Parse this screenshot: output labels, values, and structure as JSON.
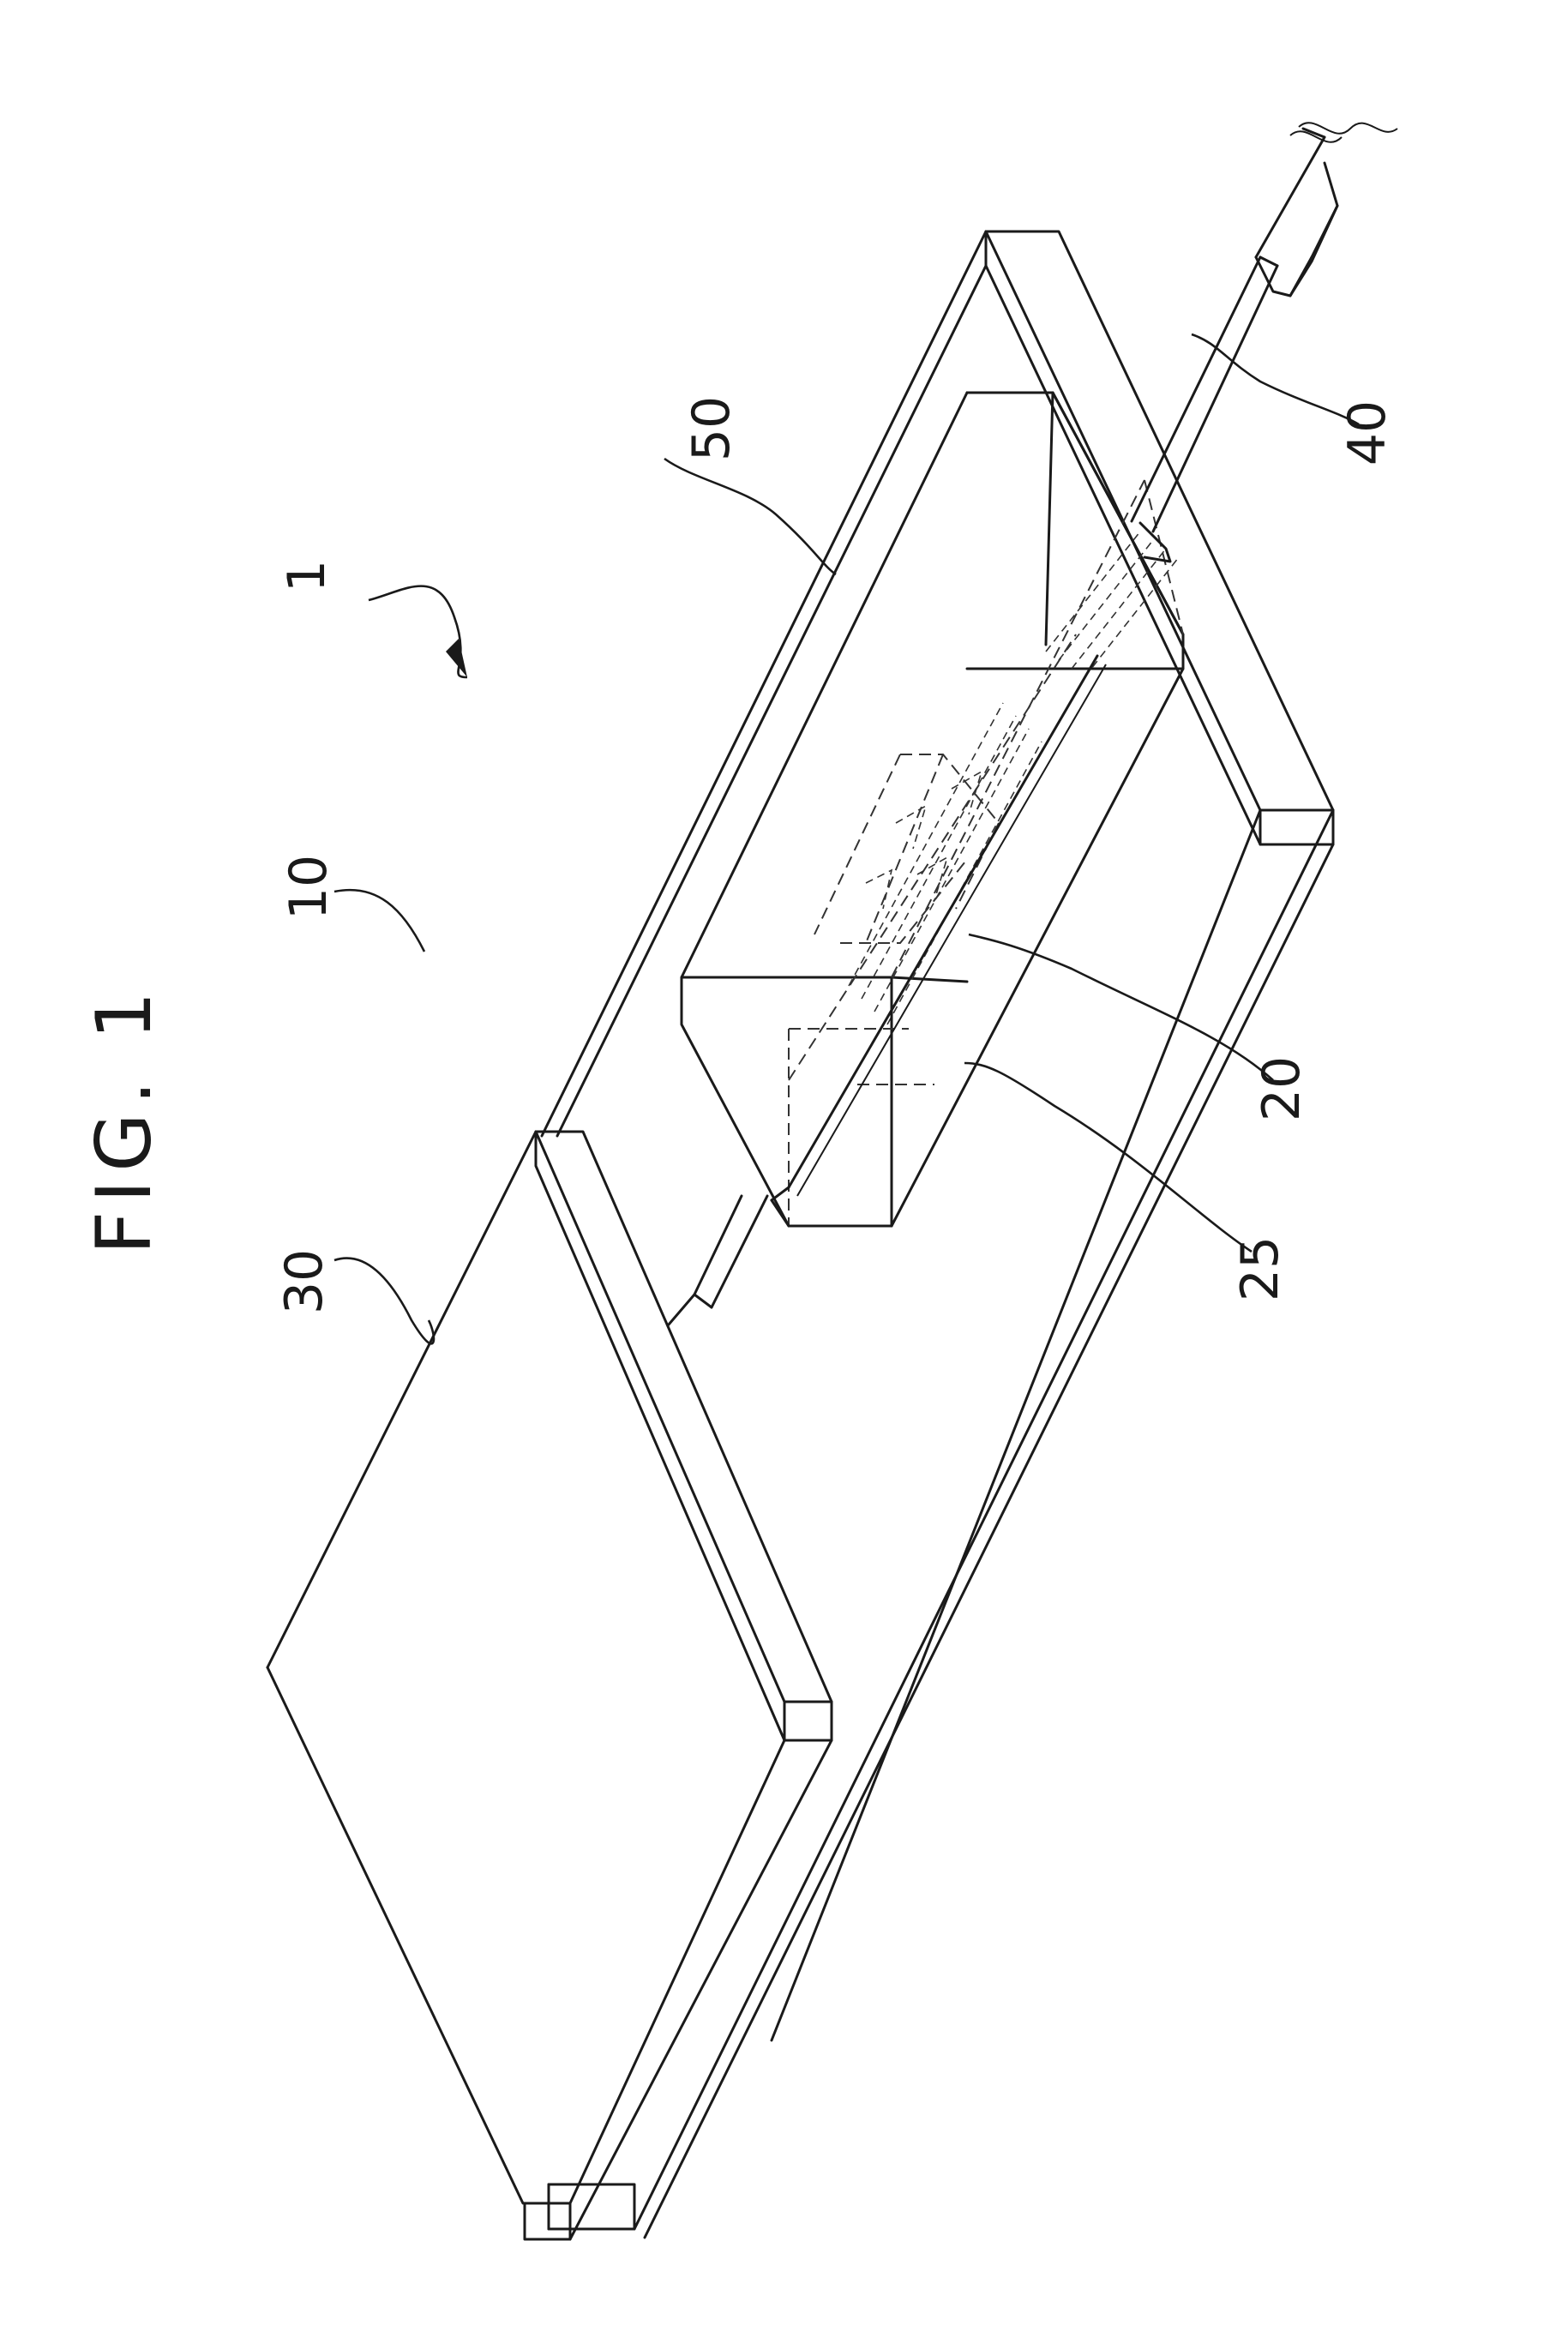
{
  "figure_label": "FIG. 1",
  "reference_numerals": {
    "device": "1",
    "housing_body": "10",
    "component_20": "20",
    "component_25": "25",
    "panel_30": "30",
    "cable_40": "40",
    "base_50": "50"
  }
}
